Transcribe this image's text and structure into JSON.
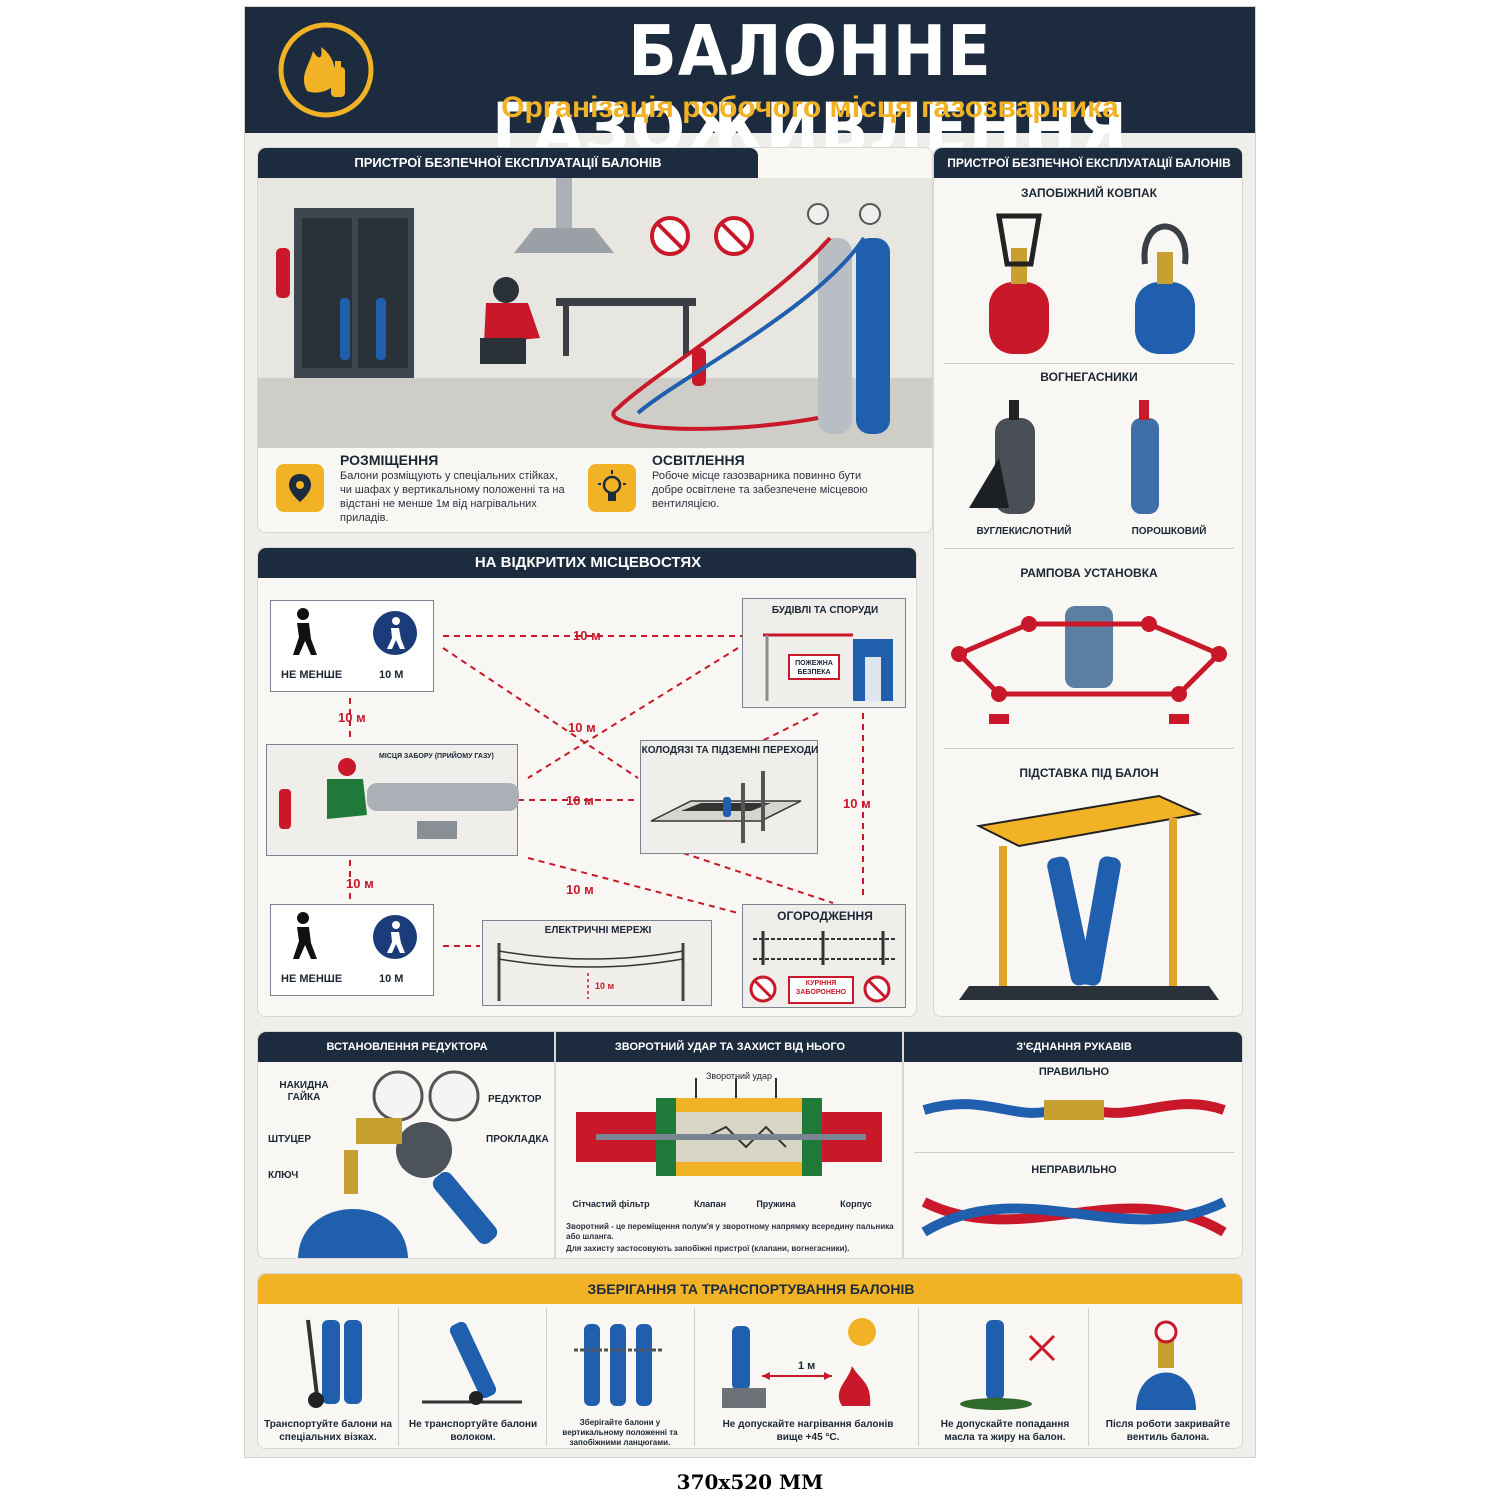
{
  "header": {
    "title": "БАЛОННЕ ГАЗОЖИВЛЕННЯ",
    "subtitle": "Організація робочого місця газозварника"
  },
  "workplace": {
    "title": "ПРИСТРОЇ БЕЗПЕЧНОЇ ЕКСПЛУАТАЦІЇ БАЛОНІВ",
    "placement_title": "РОЗМІЩЕННЯ",
    "placement_text": "Балони розміщують у спеціальних стійках, чи шафах у вертикальному положенні та на відстані не менше 1м від нагрівальних приладів.",
    "lighting_title": "ОСВІТЛЕННЯ",
    "lighting_text": "Робоче місце газозварника повинно бути добре освітлене та забезпечене місцевою вентиляцією."
  },
  "devices": {
    "title": "ПРИСТРОЇ БЕЗПЕЧНОЇ ЕКСПЛУАТАЦІЇ БАЛОНІВ",
    "cap": "ЗАПОБІЖНИЙ КОВПАК",
    "extinguishers": "ВОГНЕГАСНИКИ",
    "co2": "ВУГЛЕКИСЛОТНИЙ",
    "powder": "ПОРОШКОВИЙ",
    "ramp": "РАМПОВА УСТАНОВКА",
    "stand": "ПІДСТАВКА ПІД БАЛОН"
  },
  "outdoor": {
    "title": "НА ВІДКРИТИХ МІСЦЕВОСТЯХ",
    "not_less": "НЕ МЕНШЕ",
    "ten_m": "10 м",
    "buildings": "БУДІВЛІ ТА СПОРУДИ",
    "fire_safety": "ПОЖЕЖНА БЕЗПЕКА",
    "intake": "МІСЦЯ ЗАБОРУ (ПРИЙОМУ ГАЗУ)",
    "wells": "КОЛОДЯЗІ ТА ПІДЗЕМНІ ПЕРЕХОДИ",
    "electric": "ЕЛЕКТРИЧНІ МЕРЕЖІ",
    "fence": "ОГОРОДЖЕННЯ",
    "no_smoking": "КУРІННЯ ЗАБОРОНЕНО"
  },
  "reducer": {
    "title": "ВСТАНОВЛЕННЯ РЕДУКТОРА",
    "nut": "НАКИДНА ГАЙКА",
    "fitting": "ШТУЦЕР",
    "key": "КЛЮЧ",
    "reducer": "РЕДУКТОР",
    "gasket": "ПРОКЛАДКА"
  },
  "backfire": {
    "title": "ЗВОРОТНИЙ УДАР ТА ЗАХИСТ ВІД НЬОГО",
    "arrow": "Зворотний удар",
    "filter": "Сітчастий фільтр",
    "valve": "Клапан",
    "spring": "Пружина",
    "body": "Корпус",
    "text1": "Зворотний - це переміщення полум'я у зворотному напрямку всередину пальника або шланга.",
    "text2": "Для захисту застосовують запобіжні пристрої (клапани, вогнегасники)."
  },
  "hoses": {
    "title": "З'ЄДНАННЯ РУКАВІВ",
    "correct": "ПРАВИЛЬНО",
    "wrong": "НЕПРАВИЛЬНО"
  },
  "storage": {
    "title": "ЗБЕРІГАННЯ ТА ТРАНСПОРТУВАННЯ БАЛОНІВ",
    "one_m": "1 м",
    "items": [
      "Транспортуйте балони на спеціальних візках.",
      "Не транспортуйте балони волоком.",
      "Зберігайте балони у вертикальному положенні та запобіжними ланцюгами.",
      "Не допускайте нагрівання балонів вище +45 °С.",
      "Не допускайте попадання масла та жиру на балон.",
      "Після роботи закривайте вентиль балона."
    ]
  },
  "footer": {
    "size": "370x520 ММ"
  },
  "colors": {
    "navy": "#1c2b3d",
    "gold": "#f2b225",
    "red": "#c8182a",
    "blue": "#1f5fae"
  }
}
